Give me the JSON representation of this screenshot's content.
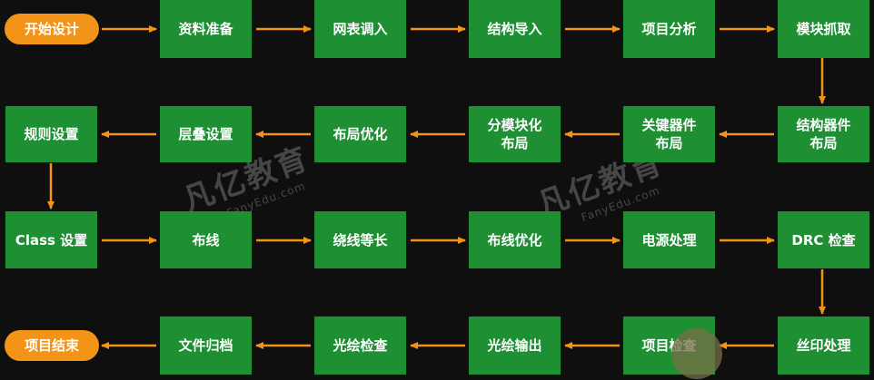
{
  "diagram": {
    "colors": {
      "background": "#0f0f0f",
      "process_fill": "#1e8f33",
      "terminal_fill": "#f39317",
      "arrow": "#f39317",
      "text": "#ffffff"
    },
    "nodes": {
      "start": "开始设计",
      "n1": "资料准备",
      "n2": "网表调入",
      "n3": "结构导入",
      "n4": "项目分析",
      "n5": "模块抓取",
      "n6": "结构器件\n布局",
      "n7": "关键器件\n布局",
      "n8": "分模块化\n布局",
      "n9": "布局优化",
      "n10": "层叠设置",
      "n11": "规则设置",
      "n12": "Class 设置",
      "n13": "布线",
      "n14": "绕线等长",
      "n15": "布线优化",
      "n16": "电源处理",
      "n17": "DRC 检查",
      "n18": "丝印处理",
      "n19": "项目检查",
      "n20": "光绘输出",
      "n21": "光绘检查",
      "n22": "文件归档",
      "end": "项目结束"
    },
    "watermark": {
      "text": "凡亿教育",
      "sub": "FanyEdu.com"
    }
  }
}
